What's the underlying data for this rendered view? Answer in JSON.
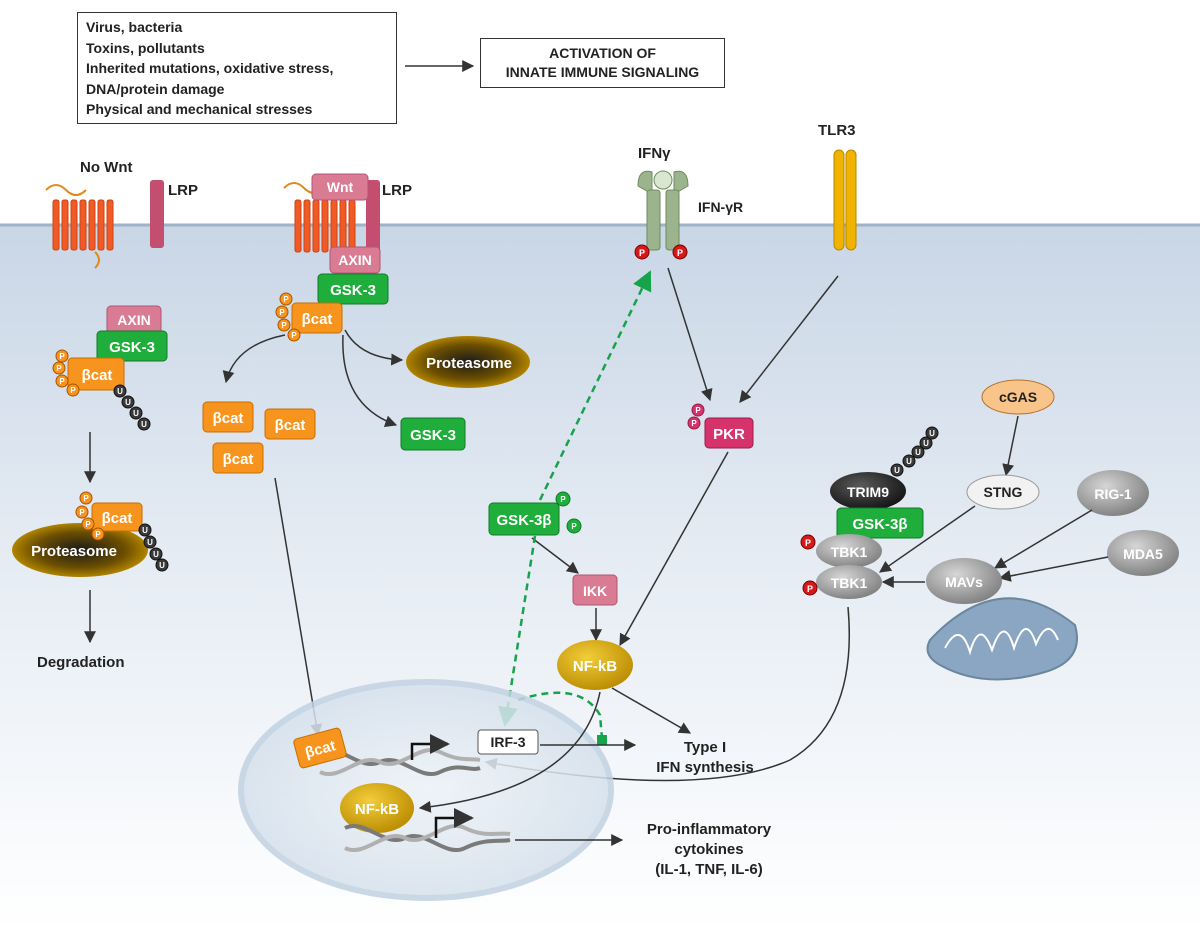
{
  "triggers": {
    "items": [
      "Virus, bacteria",
      "Toxins, pollutants",
      "Inherited mutations, oxidative stress,",
      "DNA/protein damage",
      "Physical and mechanical stresses"
    ]
  },
  "activation": {
    "line1": "ACTIVATION OF",
    "line2": "INNATE IMMUNE SIGNALING"
  },
  "labels": {
    "no_wnt": "No Wnt",
    "lrp_left": "LRP",
    "lrp_right": "LRP",
    "wnt": "Wnt",
    "axin_left": "AXIN",
    "gsk3_left": "GSK-3",
    "bcat_left": "βcat",
    "bcat_deg": "βcat",
    "proteasome_left": "Proteasome",
    "degradation": "Degradation",
    "axin_right": "AXIN",
    "gsk3_right": "GSK-3",
    "bcat_complex": "βcat",
    "proteasome_right": "Proteasome",
    "gsk3_free": "GSK-3",
    "bcat_free": [
      "βcat",
      "βcat",
      "βcat"
    ],
    "ifng": "IFNγ",
    "ifngr": "IFN-γR",
    "tlr3": "TLR3",
    "pkr": "PKR",
    "gsk3b_mid": "GSK-3β",
    "ikk": "IKK",
    "nfkb_cyto": "NF-kB",
    "cgas": "cGAS",
    "sting": "STNG",
    "rig1": "RIG-1",
    "mda5": "MDA5",
    "mavs": "MAVs",
    "trim9": "TRIM9",
    "gsk3b_right": "GSK-3β",
    "tbk1_a": "TBK1",
    "tbk1_b": "TBK1",
    "irf3": "IRF-3",
    "type1_line1": "Type I",
    "type1_line2": "IFN synthesis",
    "bcat_nuc": "βcat",
    "nfkb_nuc": "NF-kB",
    "cyto_line1": "Pro-inflammatory",
    "cyto_line2": "cytokines",
    "cyto_line3": "(IL-1, TNF, IL-6)",
    "p": "P",
    "u": "U"
  },
  "colors": {
    "membrane_bg": "#dfe7f1",
    "orange": "#f7941d",
    "pink": "#d97b93",
    "green": "#1fae3b",
    "magenta": "#d6336c",
    "gold": "#c99a0c",
    "grey": "#9a9a9a",
    "dashed_green": "#16a34a"
  }
}
